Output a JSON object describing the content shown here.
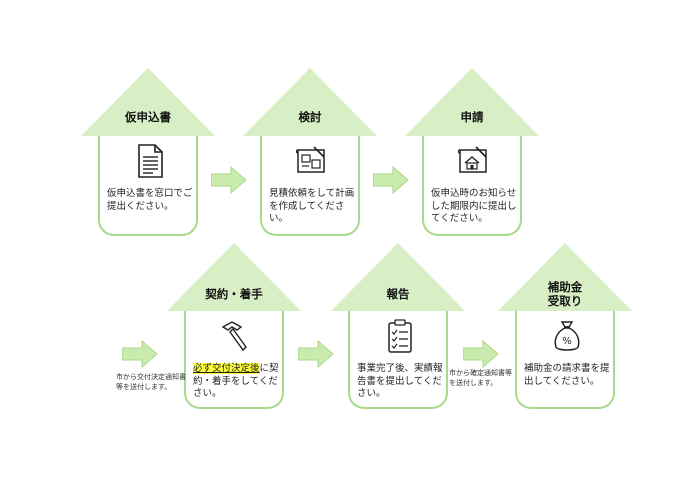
{
  "steps": [
    {
      "title": "仮申込書",
      "desc": "仮申込書を窓口でご提出ください。",
      "icon": "document-icon"
    },
    {
      "title": "検討",
      "desc": "見積依頼をして計画を作成してください。",
      "icon": "blueprint-icon"
    },
    {
      "title": "申請",
      "desc": "仮申込時のお知らせした期限内に提出してください。",
      "icon": "house-plan-icon"
    },
    {
      "title": "契約・着手",
      "desc_highlight": "必ず交付決定後",
      "desc_rest": "に契約・着手をしてください。",
      "icon": "hammer-icon"
    },
    {
      "title": "報告",
      "desc": "事業完了後、実績報告書を提出してください。",
      "icon": "clipboard-checklist-icon"
    },
    {
      "title_line1": "補助金",
      "title_line2": "受取り",
      "desc": "補助金の請求書を提出してください。",
      "icon": "money-bag-icon"
    }
  ],
  "notes": {
    "grant_decision": "市から交付決定通知書等を送付します。",
    "final_decision": "市から確定通知書等を送付します。"
  },
  "colors": {
    "roof": "#d8efc6",
    "border": "#a9d98a",
    "arrow": "#c9ebae",
    "highlight": "#ffff3a"
  }
}
